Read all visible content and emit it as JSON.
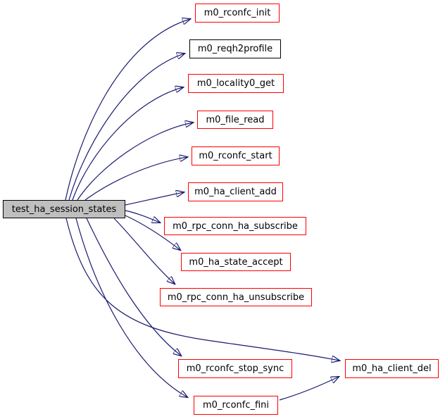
{
  "page": {
    "background": "#ffffff",
    "description": "Doxygen call graph for test_ha_session_states"
  },
  "graph": {
    "colors": {
      "edge": "#191970",
      "highlight_border": "#ff0000",
      "plain_border": "#000000",
      "node_fill": "#ffffff",
      "root_fill": "#bfbfbf",
      "text": "#000000"
    },
    "root": {
      "id": "test_ha_session_states",
      "label": "test_ha_session_states"
    },
    "nodes": [
      {
        "id": "m0_rconfc_init",
        "label": "m0_rconfc_init",
        "border": "red"
      },
      {
        "id": "m0_reqh2profile",
        "label": "m0_reqh2profile",
        "border": "black"
      },
      {
        "id": "m0_locality0_get",
        "label": "m0_locality0_get",
        "border": "red"
      },
      {
        "id": "m0_file_read",
        "label": "m0_file_read",
        "border": "red"
      },
      {
        "id": "m0_rconfc_start",
        "label": "m0_rconfc_start",
        "border": "red"
      },
      {
        "id": "m0_ha_client_add",
        "label": "m0_ha_client_add",
        "border": "red"
      },
      {
        "id": "m0_rpc_conn_ha_subscribe",
        "label": "m0_rpc_conn_ha_subscribe",
        "border": "red"
      },
      {
        "id": "m0_ha_state_accept",
        "label": "m0_ha_state_accept",
        "border": "red"
      },
      {
        "id": "m0_rpc_conn_ha_unsubscribe",
        "label": "m0_rpc_conn_ha_unsubscribe",
        "border": "red"
      },
      {
        "id": "m0_rconfc_stop_sync",
        "label": "m0_rconfc_stop_sync",
        "border": "red"
      },
      {
        "id": "m0_rconfc_fini",
        "label": "m0_rconfc_fini",
        "border": "red"
      },
      {
        "id": "m0_ha_client_del",
        "label": "m0_ha_client_del",
        "border": "red"
      }
    ],
    "edges": [
      {
        "from": "test_ha_session_states",
        "to": "m0_rconfc_init"
      },
      {
        "from": "test_ha_session_states",
        "to": "m0_reqh2profile"
      },
      {
        "from": "test_ha_session_states",
        "to": "m0_locality0_get"
      },
      {
        "from": "test_ha_session_states",
        "to": "m0_file_read"
      },
      {
        "from": "test_ha_session_states",
        "to": "m0_rconfc_start"
      },
      {
        "from": "test_ha_session_states",
        "to": "m0_ha_client_add"
      },
      {
        "from": "test_ha_session_states",
        "to": "m0_rpc_conn_ha_subscribe"
      },
      {
        "from": "test_ha_session_states",
        "to": "m0_ha_state_accept"
      },
      {
        "from": "test_ha_session_states",
        "to": "m0_rpc_conn_ha_unsubscribe"
      },
      {
        "from": "test_ha_session_states",
        "to": "m0_rconfc_stop_sync"
      },
      {
        "from": "test_ha_session_states",
        "to": "m0_rconfc_fini"
      },
      {
        "from": "test_ha_session_states",
        "to": "m0_ha_client_del"
      },
      {
        "from": "m0_rconfc_fini",
        "to": "m0_ha_client_del"
      }
    ]
  }
}
